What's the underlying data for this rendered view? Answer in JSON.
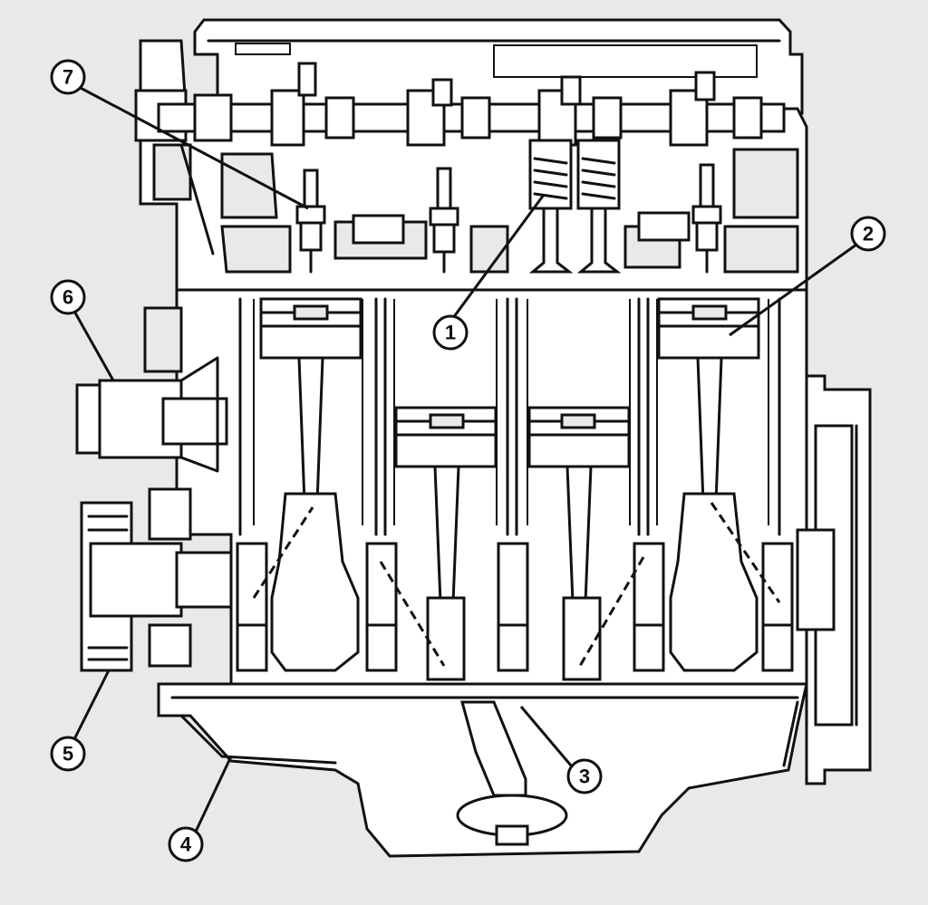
{
  "callouts": [
    {
      "label": "1"
    },
    {
      "label": "2"
    },
    {
      "label": "3"
    },
    {
      "label": "4"
    },
    {
      "label": "5"
    },
    {
      "label": "6"
    },
    {
      "label": "7"
    }
  ],
  "colors": {
    "background": "#e9e9e9",
    "ink": "#111111",
    "paper": "#ffffff"
  }
}
